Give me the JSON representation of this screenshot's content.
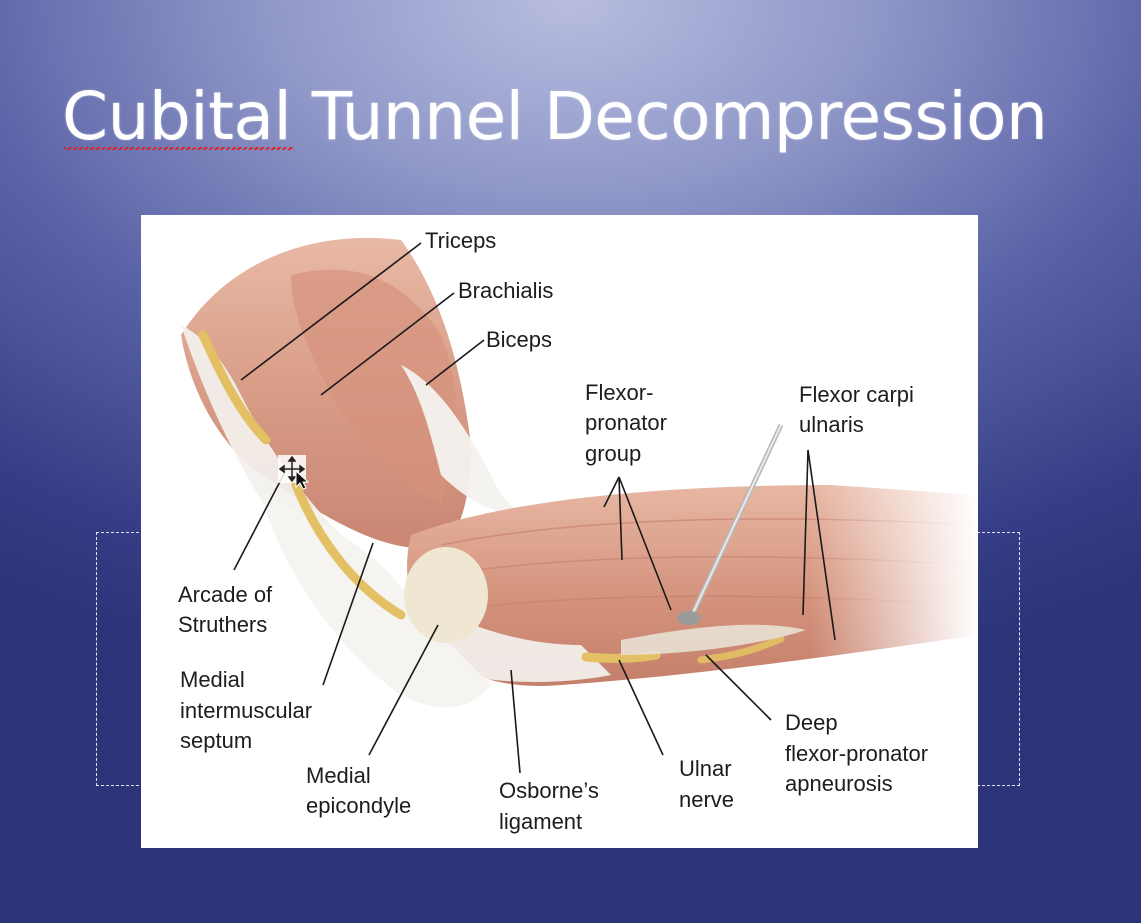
{
  "slide": {
    "title": "Cubital Tunnel Decompression"
  },
  "figure": {
    "labels": {
      "triceps": "Triceps",
      "brachialis": "Brachialis",
      "biceps": "Biceps",
      "flexor_pronator_1": "Flexor-",
      "flexor_pronator_2": "pronator",
      "flexor_pronator_3": "group",
      "fcu_1": "Flexor carpi",
      "fcu_2": "ulnaris",
      "arcade_1": "Arcade of",
      "arcade_2": "Struthers",
      "mis_1": "Medial",
      "mis_2": "intermuscular",
      "mis_3": "septum",
      "epi_1": "Medial",
      "epi_2": "epicondyle",
      "osborne_1": "Osborne’s",
      "osborne_2": "ligament",
      "ulnar_1": "Ulnar",
      "ulnar_2": "nerve",
      "deep_1": "Deep",
      "deep_2": "flexor-pronator",
      "deep_3": "apneurosis"
    }
  },
  "colors": {
    "muscle": "#d9a08a",
    "muscle_dark": "#c27f68",
    "tendon": "#f3f1ee",
    "nerve": "#e6c76a",
    "label": "#1d1d1d"
  },
  "icons": {
    "cursor": "move-cursor-icon"
  }
}
